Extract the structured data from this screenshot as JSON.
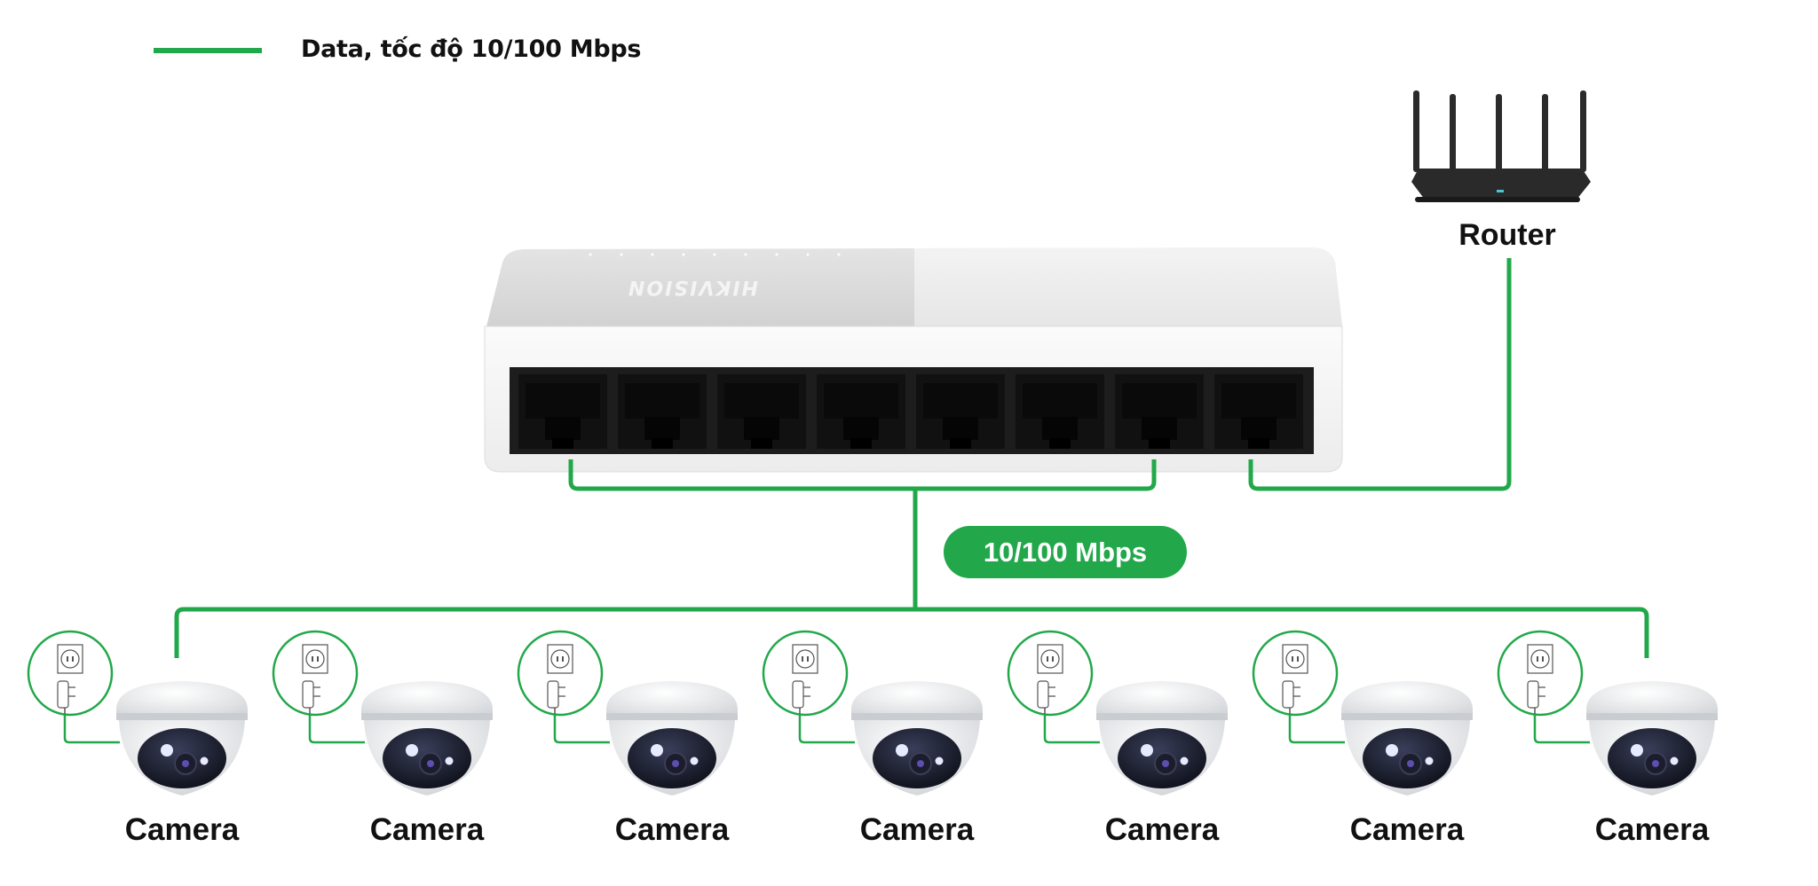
{
  "legend": {
    "label": "Data, tốc độ 10/100 Mbps"
  },
  "router": {
    "label": "Router"
  },
  "switch": {
    "brand": "HIKVISION",
    "ports": 8
  },
  "link_badge": {
    "label": "10/100 Mbps"
  },
  "cameras": [
    {
      "label": "Camera"
    },
    {
      "label": "Camera"
    },
    {
      "label": "Camera"
    },
    {
      "label": "Camera"
    },
    {
      "label": "Camera"
    },
    {
      "label": "Camera"
    },
    {
      "label": "Camera"
    }
  ],
  "colors": {
    "link": "#22a84a",
    "text": "#111111"
  }
}
